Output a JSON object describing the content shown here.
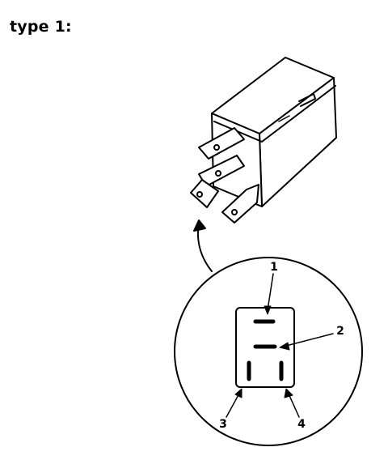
{
  "heading": "type 1:",
  "pins": [
    {
      "label": "1"
    },
    {
      "label": "2"
    },
    {
      "label": "3"
    },
    {
      "label": "4"
    }
  ],
  "colors": {
    "line": "#000000",
    "background": "#ffffff"
  }
}
